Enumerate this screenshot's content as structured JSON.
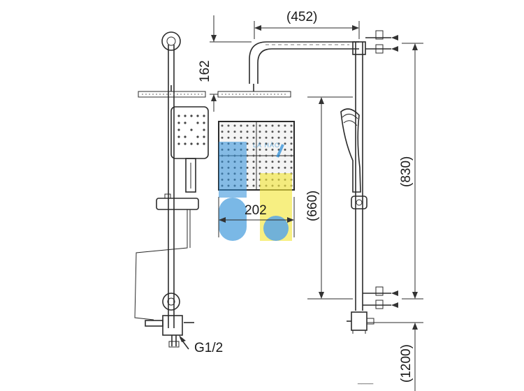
{
  "diagram": {
    "dimensions": {
      "top_width": "(452)",
      "arm_height": "162",
      "head_width": "202",
      "rail_height": "(660)",
      "total_height": "(830)",
      "floor_height": "(1200)"
    },
    "thread_label": "G1/2",
    "watermark_text": "LÁ  HÀO",
    "corner_mark": "____"
  },
  "colors": {
    "line": "#2b2b2b",
    "watermark_blue": "#2f8fd8",
    "watermark_yellow": "#f2e63c"
  }
}
